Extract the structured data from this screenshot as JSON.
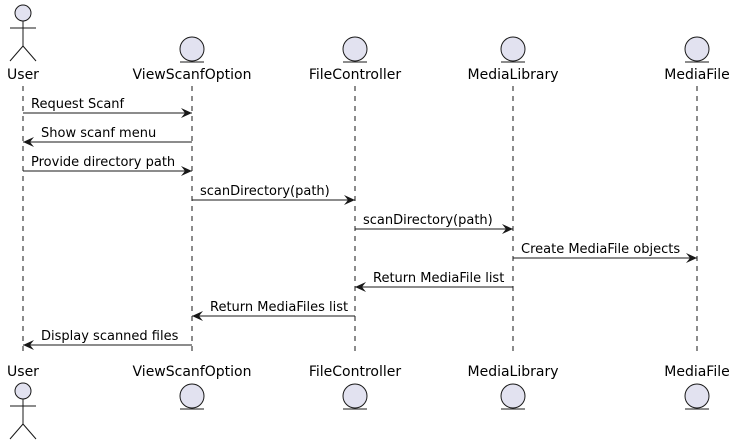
{
  "participants": [
    {
      "id": "user",
      "label": "User",
      "kind": "actor"
    },
    {
      "id": "viewscanfoption",
      "label": "ViewScanfOption",
      "kind": "entity"
    },
    {
      "id": "filecontroller",
      "label": "FileController",
      "kind": "entity"
    },
    {
      "id": "medialibrary",
      "label": "MediaLibrary",
      "kind": "entity"
    },
    {
      "id": "mediafile",
      "label": "MediaFile",
      "kind": "entity"
    }
  ],
  "messages": [
    {
      "from": "user",
      "to": "viewscanfoption",
      "label": "Request Scanf"
    },
    {
      "from": "viewscanfoption",
      "to": "user",
      "label": "Show scanf menu"
    },
    {
      "from": "user",
      "to": "viewscanfoption",
      "label": "Provide directory path"
    },
    {
      "from": "viewscanfoption",
      "to": "filecontroller",
      "label": "scanDirectory(path)"
    },
    {
      "from": "filecontroller",
      "to": "medialibrary",
      "label": "scanDirectory(path)"
    },
    {
      "from": "medialibrary",
      "to": "mediafile",
      "label": "Create MediaFile objects"
    },
    {
      "from": "medialibrary",
      "to": "filecontroller",
      "label": "Return MediaFile list"
    },
    {
      "from": "filecontroller",
      "to": "viewscanfoption",
      "label": "Return MediaFiles list"
    },
    {
      "from": "viewscanfoption",
      "to": "user",
      "label": "Display scanned files"
    }
  ],
  "colors": {
    "participant_fill": "#e2e2f0",
    "participant_stroke": "#181818",
    "lifeline": "#181818",
    "arrow": "#181818",
    "text": "#000000",
    "background": "#ffffff"
  },
  "icons": {
    "actor": "stick-figure-icon",
    "entity": "entity-circle-icon"
  }
}
